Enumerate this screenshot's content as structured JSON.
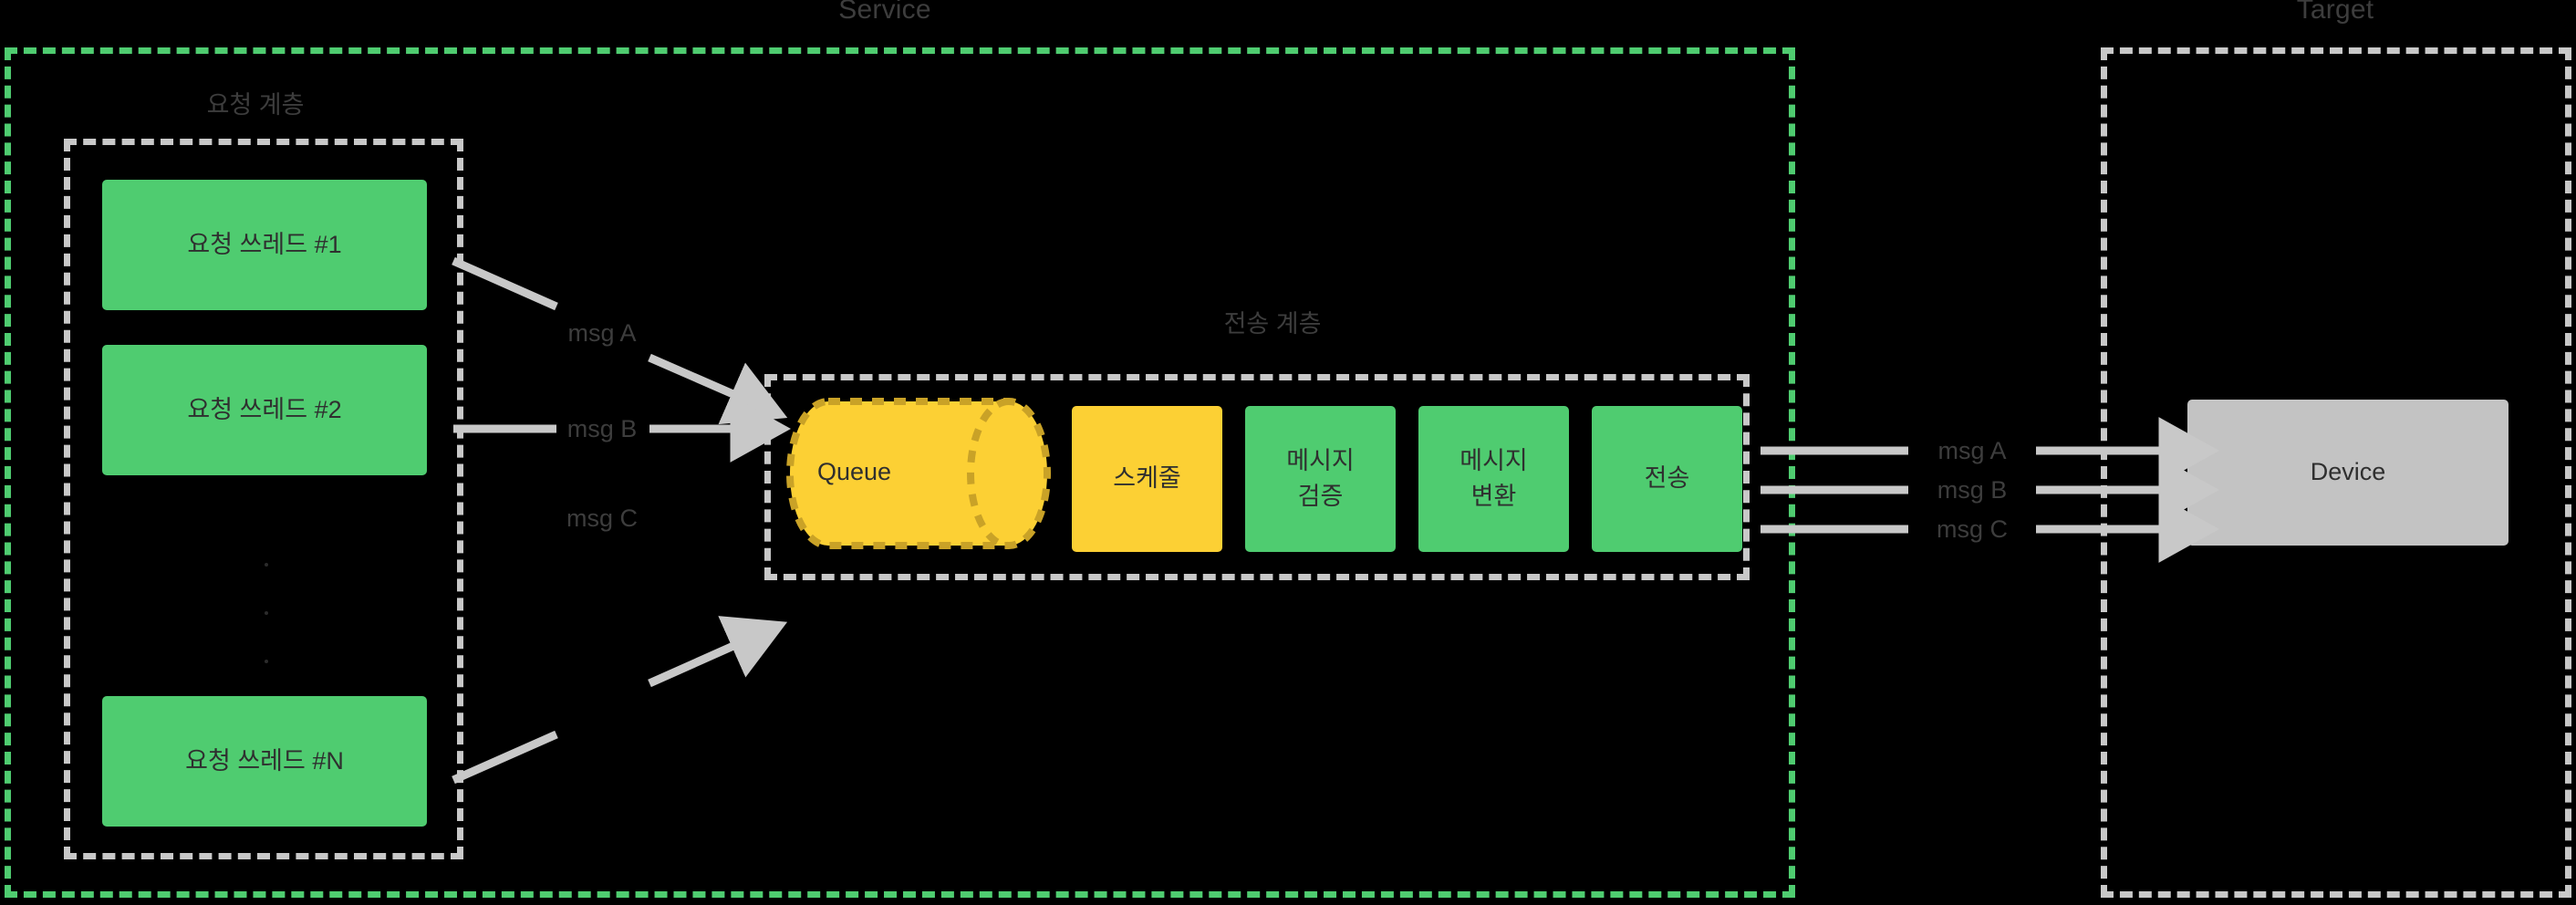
{
  "diagram": {
    "background": "#000000",
    "colors": {
      "green": "#4FCC70",
      "yellow": "#FCD034",
      "yellow_border": "#C9A227",
      "gray_node": "#C3C3C3",
      "dashed_gray": "#C8C8C8",
      "text_dark": "#2f2f2f",
      "label_gray": "#3d3d3d"
    },
    "groups": [
      {
        "id": "service",
        "label": "Service"
      },
      {
        "id": "target",
        "label": "Target"
      }
    ],
    "layers": [
      {
        "id": "request-layer",
        "caption": "요청 계층"
      },
      {
        "id": "transmit-layer",
        "caption": "전송 계층"
      }
    ],
    "request_threads": [
      {
        "label": "요청 쓰레드 #1"
      },
      {
        "label": "요청 쓰레드 #2"
      },
      {
        "label": "요청 쓰레드 #N"
      }
    ],
    "thread_ellipsis": "⋮",
    "queue": {
      "label": "Queue"
    },
    "pipeline": [
      {
        "label": "스케줄",
        "color": "yellow"
      },
      {
        "label": "메시지\n검증",
        "color": "green"
      },
      {
        "label": "메시지\n변환",
        "color": "green"
      },
      {
        "label": "전송",
        "color": "green"
      }
    ],
    "inbound_messages": [
      {
        "label": "msg A"
      },
      {
        "label": "msg B"
      },
      {
        "label": "msg C"
      }
    ],
    "outbound_messages": [
      {
        "label": "msg A"
      },
      {
        "label": "msg B"
      },
      {
        "label": "msg C"
      }
    ],
    "device": {
      "label": "Device"
    }
  }
}
